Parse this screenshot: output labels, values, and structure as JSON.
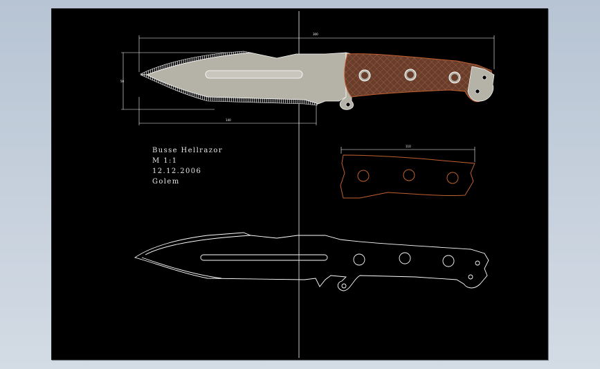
{
  "title_block": {
    "name": "Busse Hellrazor",
    "scale": "M 1:1",
    "date": "12.12.2006",
    "author": "Golem"
  },
  "dimensions": {
    "overall_length": "300",
    "blade_length": "140",
    "blade_height": "50",
    "handle_length": "110"
  },
  "colors": {
    "canvas": "#000000",
    "outline": "#ffffff",
    "blade_fill": "#b5b2a8",
    "handle_fill": "#6a3d2a",
    "handle_outline": "#c06030"
  }
}
